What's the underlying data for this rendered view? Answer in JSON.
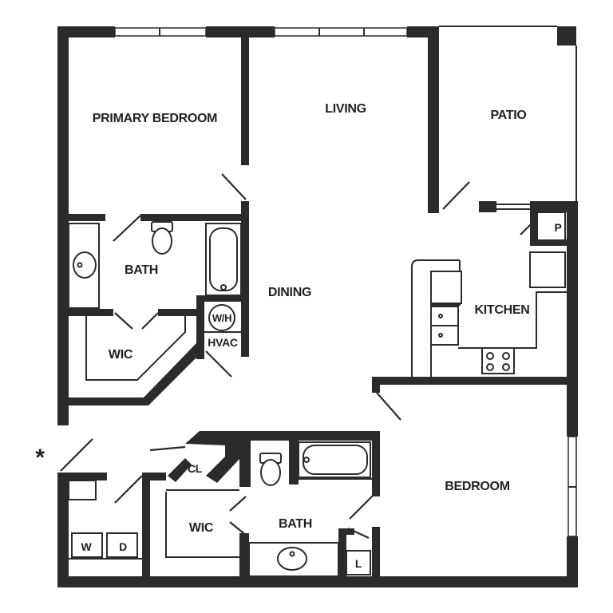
{
  "rooms": {
    "primary_bedroom": "PRIMARY BEDROOM",
    "living": "LIVING",
    "patio": "PATIO",
    "bath_primary": "BATH",
    "dining": "DINING",
    "kitchen": "KITCHEN",
    "wic_primary": "WIC",
    "bedroom": "BEDROOM",
    "bath_secondary": "BATH",
    "wic_secondary": "WIC",
    "closet": "CL"
  },
  "fixtures": {
    "water_heater": "W/H",
    "hvac": "HVAC",
    "pantry": "P",
    "washer": "W",
    "dryer": "D",
    "linen": "L"
  },
  "markers": {
    "entry": "*"
  },
  "colors": {
    "wall": "#2b2b2b",
    "background": "#ffffff"
  }
}
